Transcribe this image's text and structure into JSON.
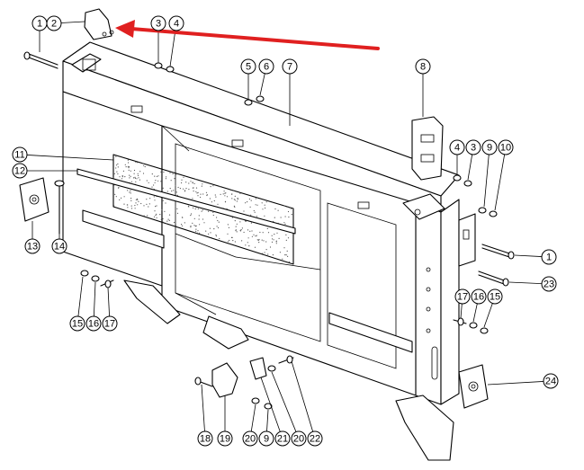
{
  "callouts": [
    {
      "id": "c1a",
      "label": "1"
    },
    {
      "id": "c2",
      "label": "2",
      "highlight": true
    },
    {
      "id": "c3a",
      "label": "3"
    },
    {
      "id": "c4a",
      "label": "4"
    },
    {
      "id": "c5",
      "label": "5"
    },
    {
      "id": "c6",
      "label": "6"
    },
    {
      "id": "c7",
      "label": "7"
    },
    {
      "id": "c8",
      "label": "8"
    },
    {
      "id": "c4b",
      "label": "4"
    },
    {
      "id": "c3b",
      "label": "3"
    },
    {
      "id": "c9a",
      "label": "9"
    },
    {
      "id": "c10",
      "label": "10"
    },
    {
      "id": "c11",
      "label": "11"
    },
    {
      "id": "c12",
      "label": "12"
    },
    {
      "id": "c13",
      "label": "13"
    },
    {
      "id": "c14",
      "label": "14"
    },
    {
      "id": "c1b",
      "label": "1"
    },
    {
      "id": "c23",
      "label": "23"
    },
    {
      "id": "c17a",
      "label": "17"
    },
    {
      "id": "c16a",
      "label": "16"
    },
    {
      "id": "c15a",
      "label": "15"
    },
    {
      "id": "c15b",
      "label": "15"
    },
    {
      "id": "c16b",
      "label": "16"
    },
    {
      "id": "c17b",
      "label": "17"
    },
    {
      "id": "c24",
      "label": "24"
    },
    {
      "id": "c18",
      "label": "18"
    },
    {
      "id": "c19",
      "label": "19"
    },
    {
      "id": "c20a",
      "label": "20"
    },
    {
      "id": "c9b",
      "label": "9"
    },
    {
      "id": "c21",
      "label": "21"
    },
    {
      "id": "c20b",
      "label": "20"
    },
    {
      "id": "c22",
      "label": "22"
    }
  ],
  "colors": {
    "line": "#000000",
    "highlight": "#a6c84a",
    "arrow": "#e02020",
    "background": "#ffffff"
  }
}
